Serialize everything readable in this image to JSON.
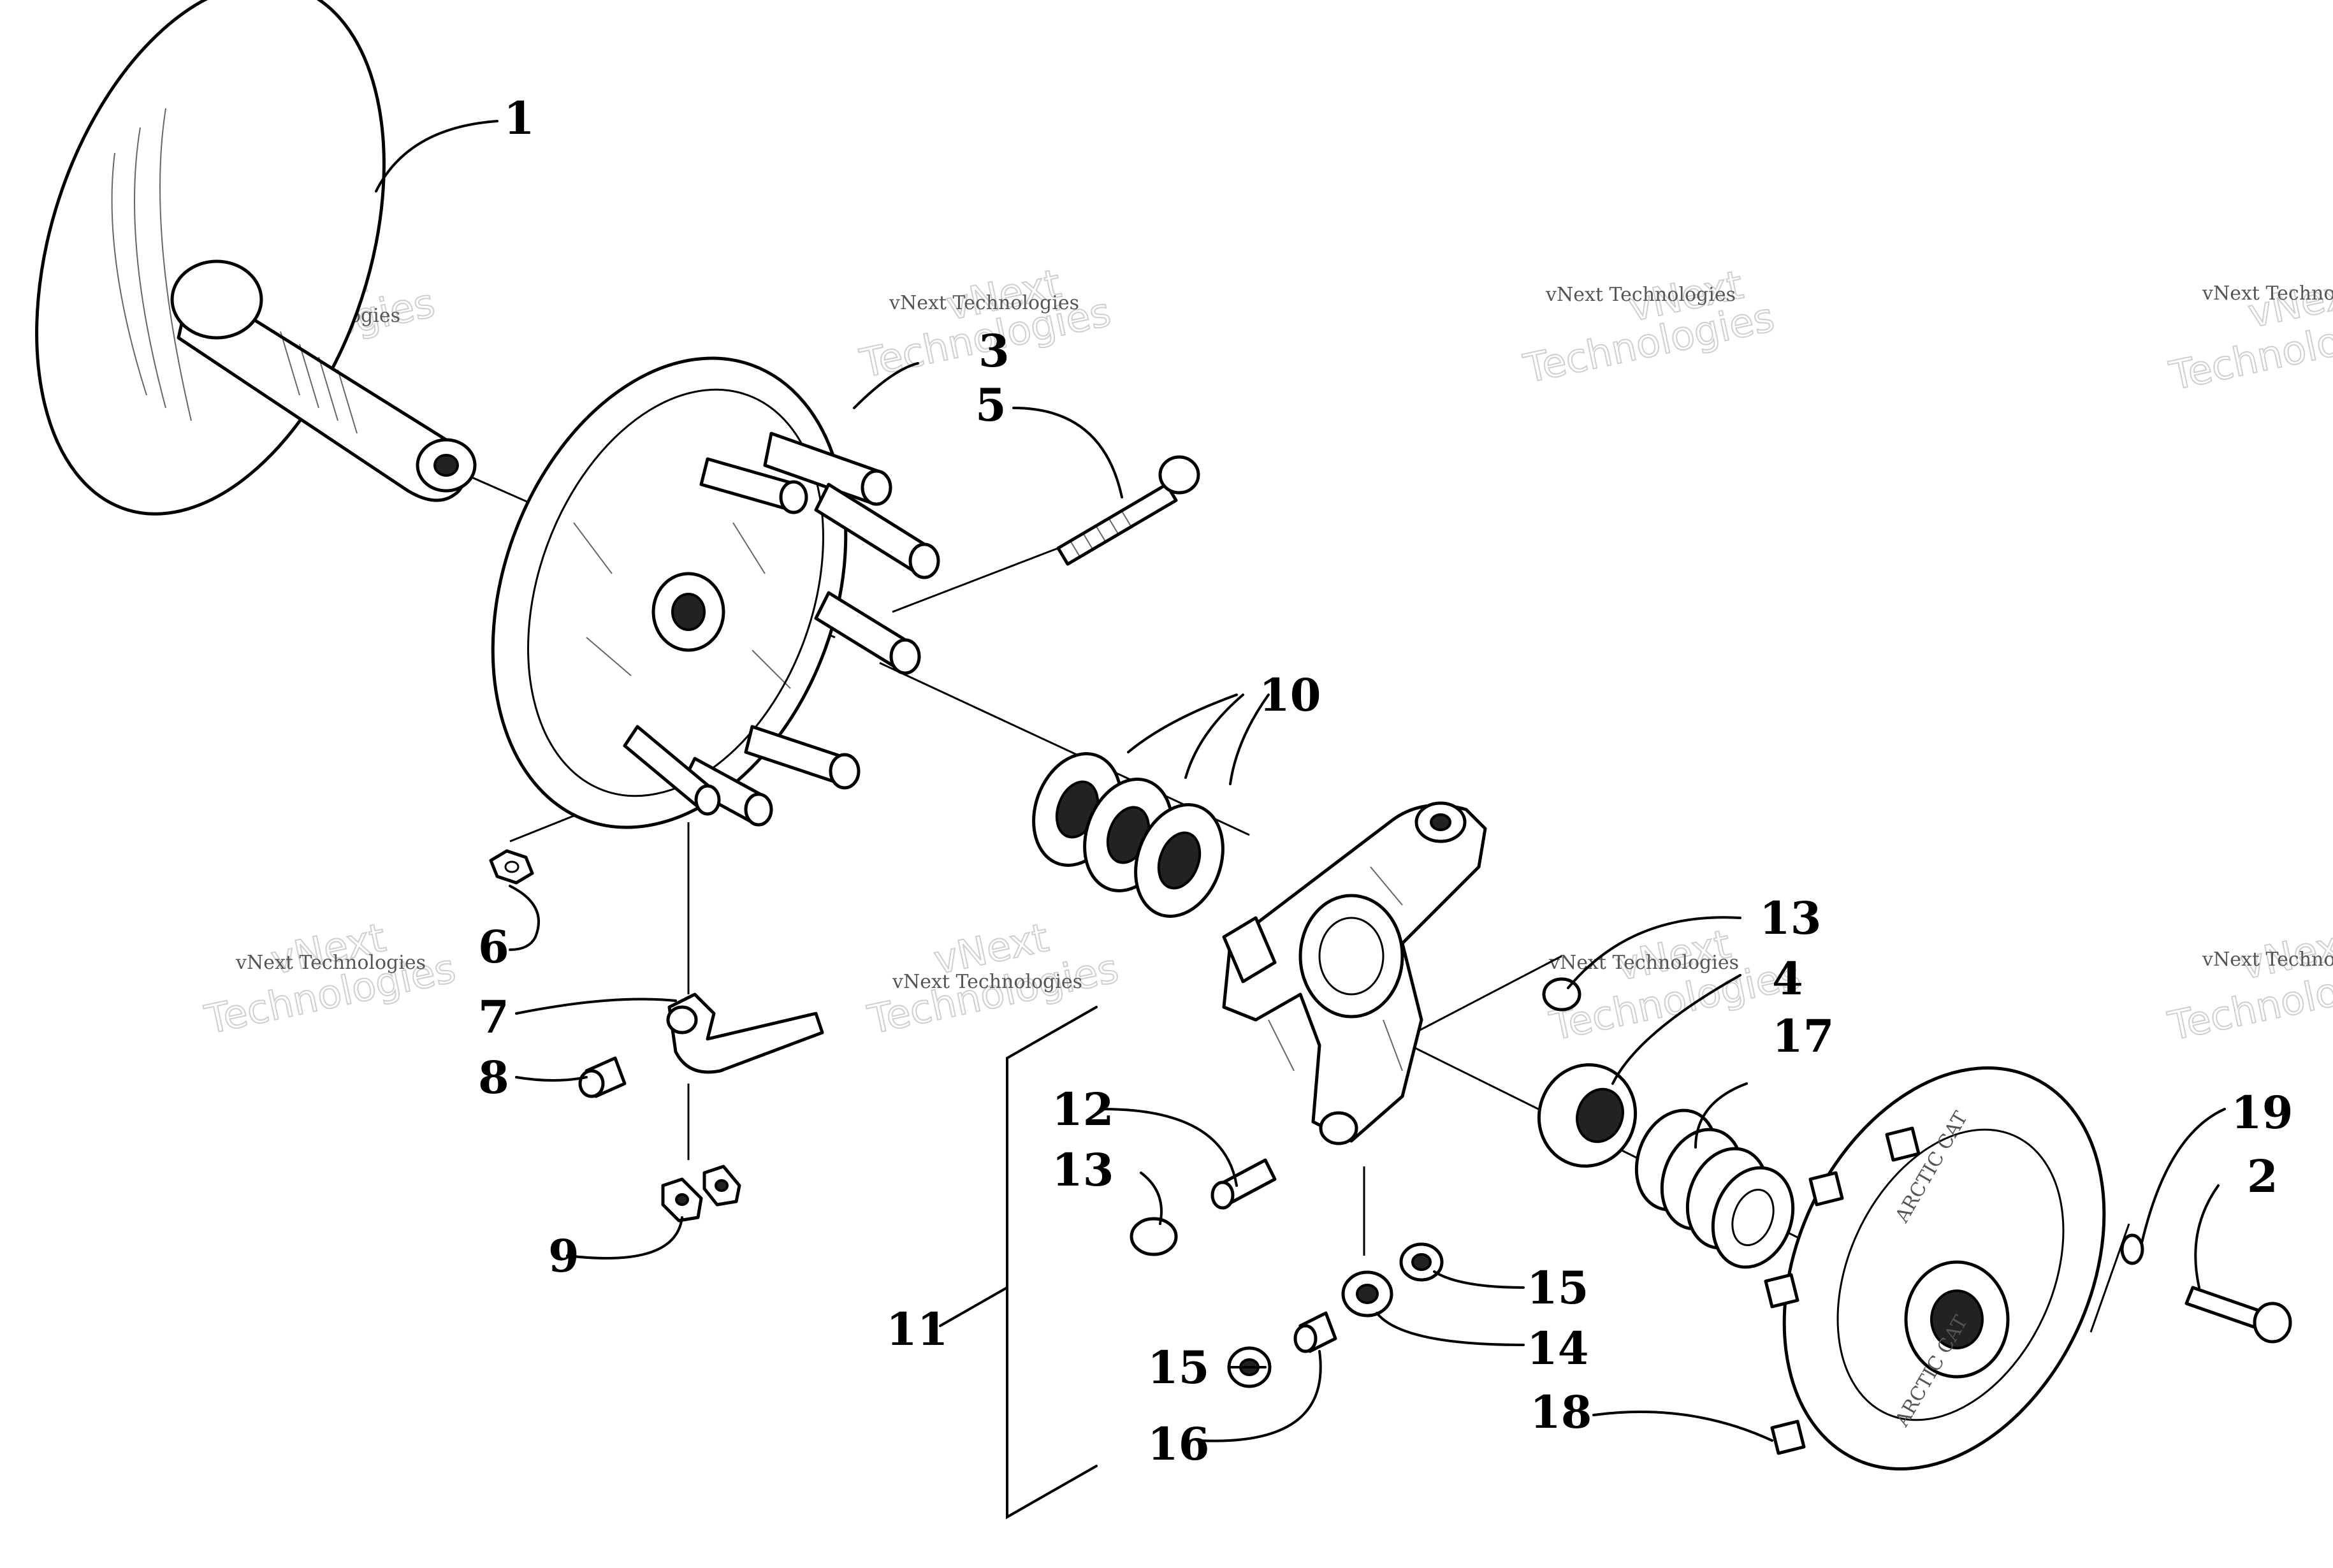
{
  "callouts": {
    "c1": "1",
    "c3": "3",
    "c5": "5",
    "c10": "10",
    "c6": "6",
    "c7": "7",
    "c8": "8",
    "c9": "9",
    "c11": "11",
    "c12": "12",
    "c13a": "13",
    "c13b": "13",
    "c4": "4",
    "c17": "17",
    "c19": "19",
    "c2": "2",
    "c15a": "15",
    "c14": "14",
    "c15b": "15",
    "c16": "16",
    "c18": "18"
  },
  "hub_text": {
    "top": "ARCTIC CAT",
    "bottom": "ARCTIC CAT"
  },
  "watermark": {
    "small": "vNext Technologies",
    "big": "Technologies",
    "big_prefix": "vNext"
  }
}
